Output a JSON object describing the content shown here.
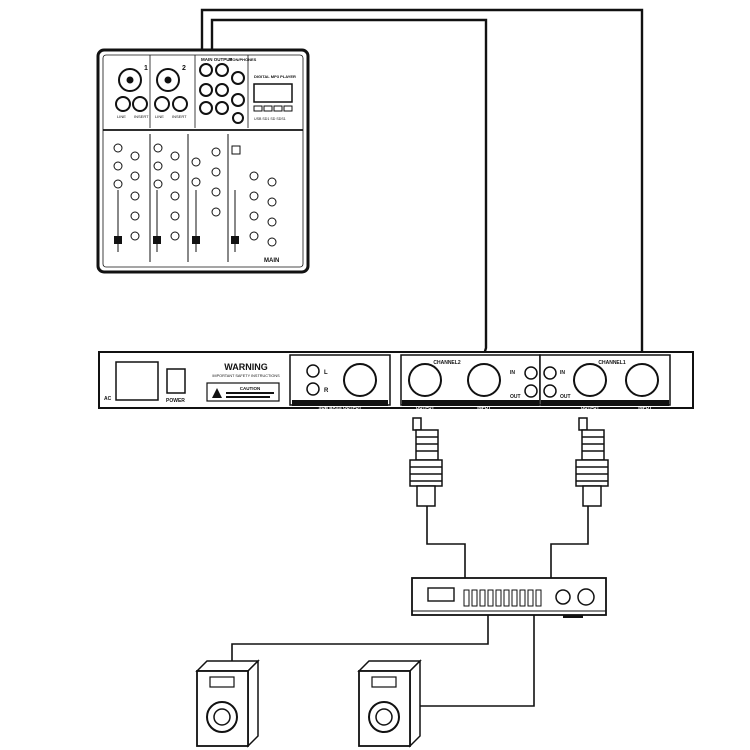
{
  "colors": {
    "line": "#111111",
    "background": "#ffffff",
    "panel_fill": "#f4f4f4"
  },
  "mixer": {
    "ch1_label": "1",
    "ch2_label": "2",
    "main_output_label": "MAIN OUTPUT",
    "phones_label": "MON/PHONES",
    "mp3_label": "DIGITAL MP3 PLAYER",
    "usb_label": "USB  SD1  SD SDS1",
    "line_label": "LINE",
    "insert_label": "INSERT",
    "main_label": "MAIN"
  },
  "crossover": {
    "ac_label": "AC",
    "power_label": "POWER",
    "warning_title": "WARNING",
    "warning_sub": "IMPORTANT SAFETY INSTRUCTIONS",
    "caution_label": "CAUTION",
    "l_label": "L",
    "r_label": "R",
    "sub_output_label": "SUB BASS OUTPUT",
    "channel2_label": "CHANNEL2",
    "channel1_label": "CHANNEL1",
    "output_label": "OUTPUT",
    "input_label": "INPUT",
    "in_label": "IN",
    "out_label": "OUT"
  }
}
